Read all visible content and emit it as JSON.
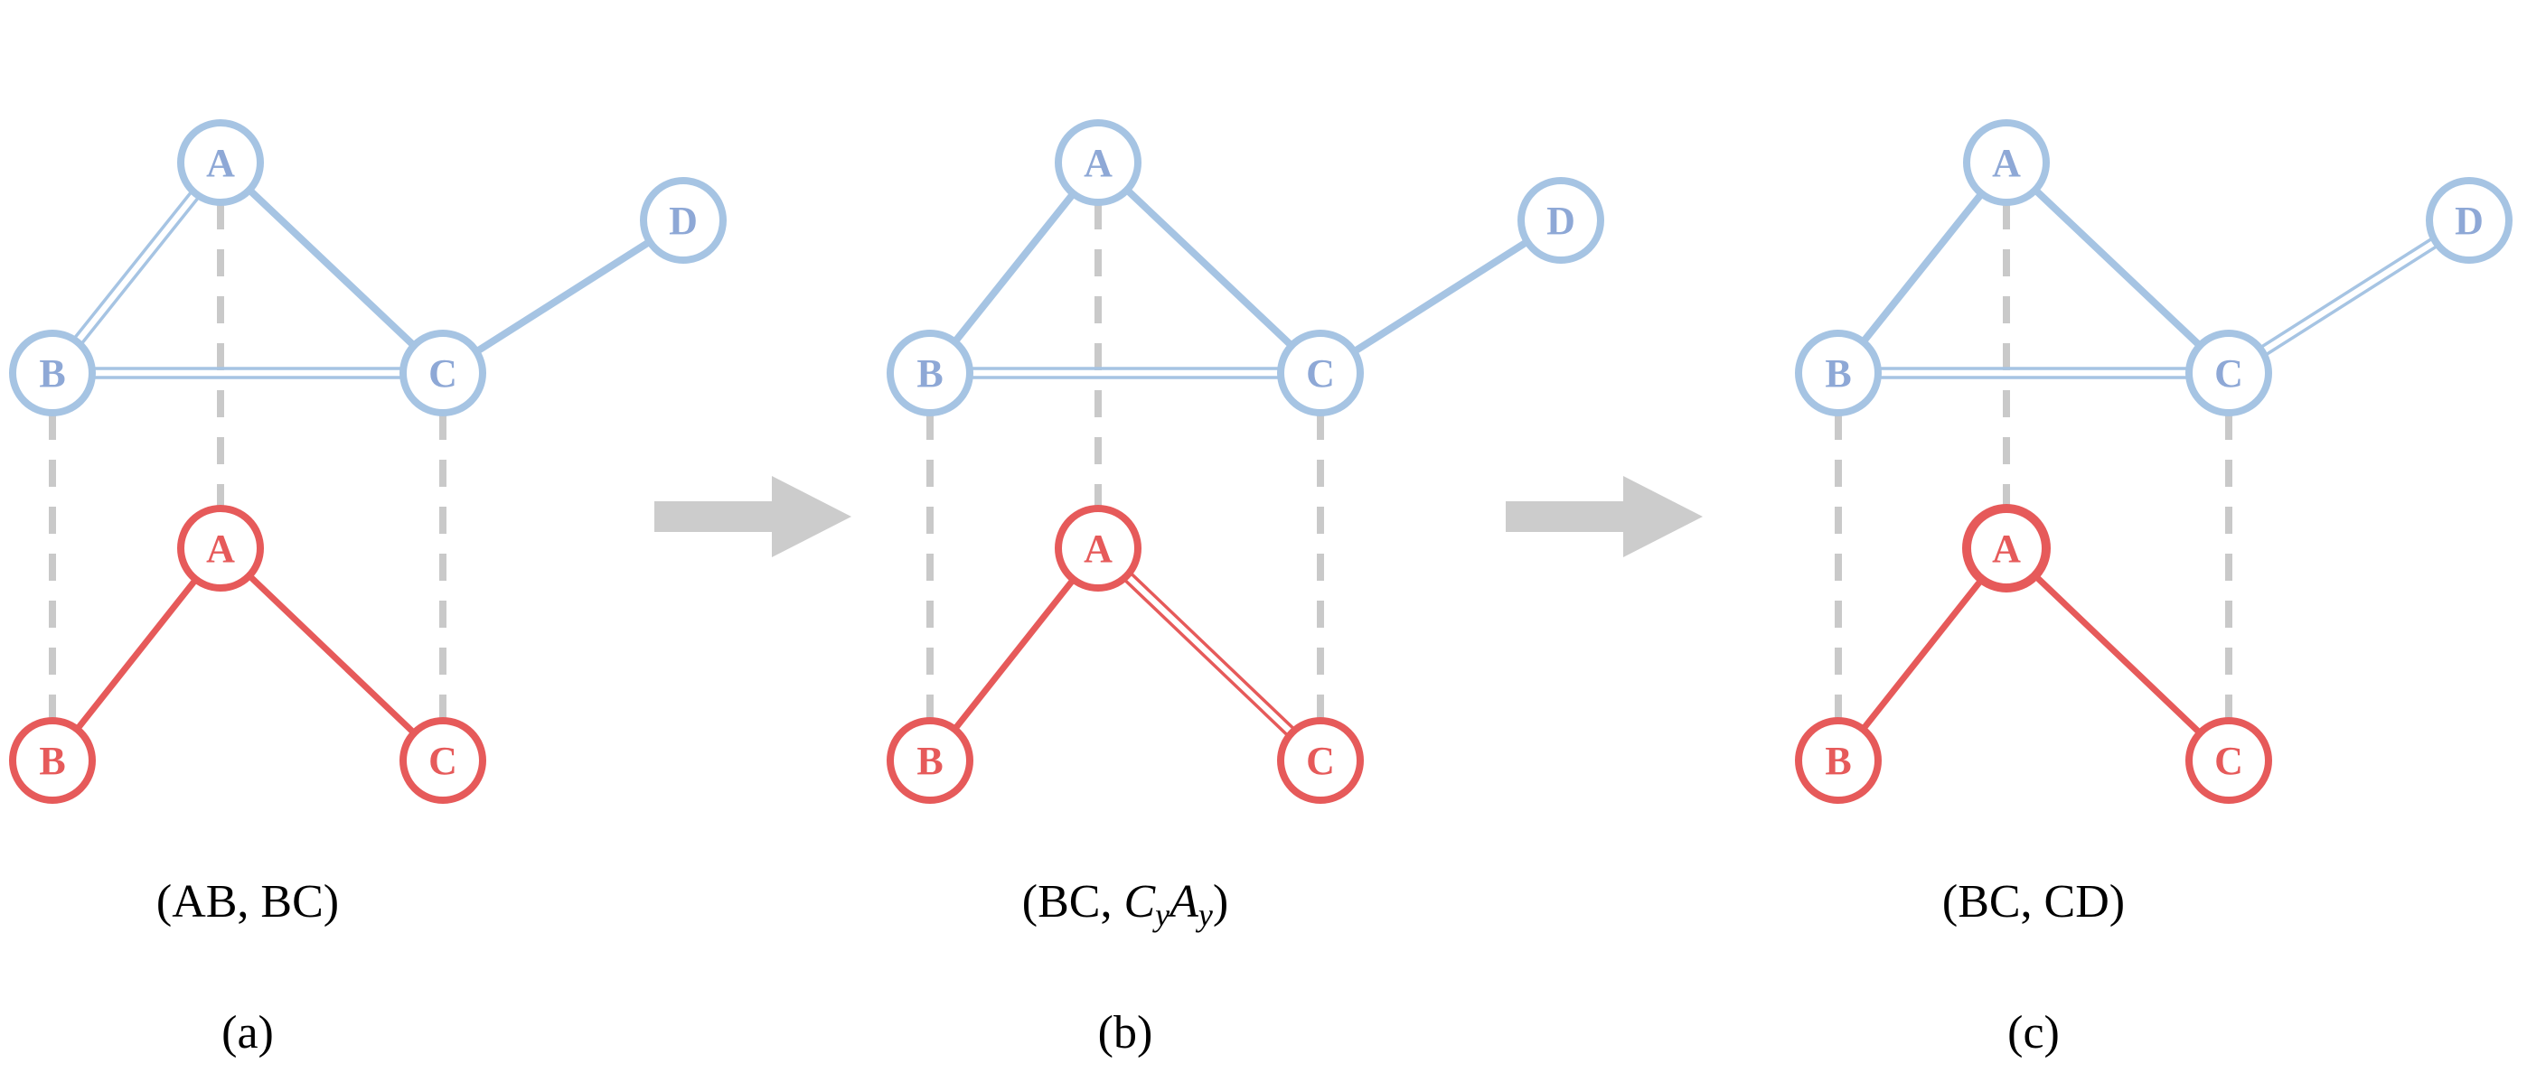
{
  "colors": {
    "blue_stroke": "#a6c4e3",
    "blue_text": "#8ea8d6",
    "red_stroke": "#e65a5a",
    "red_text": "#e65a5a",
    "dashed": "#c9c9c9",
    "arrow": "#cccccc"
  },
  "panels": [
    {
      "id": "a",
      "caption": "(AB, BC)",
      "caption_math": "",
      "label": "(a)",
      "top_labels": {
        "A": "A",
        "B": "B",
        "C": "C",
        "D": "D"
      },
      "bottom_labels": {
        "A": "A",
        "B": "B",
        "C": "C"
      },
      "double_top_edges": [
        "AB",
        "BC"
      ],
      "double_bottom_edges": [],
      "highlight_bottom_A": false
    },
    {
      "id": "b",
      "caption": "(BC, ",
      "caption_math": "C_yA_y",
      "caption_math_parts": [
        "C",
        "y",
        "A",
        "y"
      ],
      "caption_close": ")",
      "label": "(b)",
      "top_labels": {
        "A": "A",
        "B": "B",
        "C": "C",
        "D": "D"
      },
      "bottom_labels": {
        "A": "A",
        "B": "B",
        "C": "C"
      },
      "double_top_edges": [
        "BC"
      ],
      "double_bottom_edges": [
        "AC"
      ],
      "highlight_bottom_A": false
    },
    {
      "id": "c",
      "caption": "(BC, CD)",
      "caption_math": "",
      "label": "(c)",
      "top_labels": {
        "A": "A",
        "B": "B",
        "C": "C",
        "D": "D"
      },
      "bottom_labels": {
        "A": "A",
        "B": "B",
        "C": "C"
      },
      "double_top_edges": [
        "BC",
        "CD"
      ],
      "double_bottom_edges": [],
      "highlight_bottom_A": true
    }
  ]
}
